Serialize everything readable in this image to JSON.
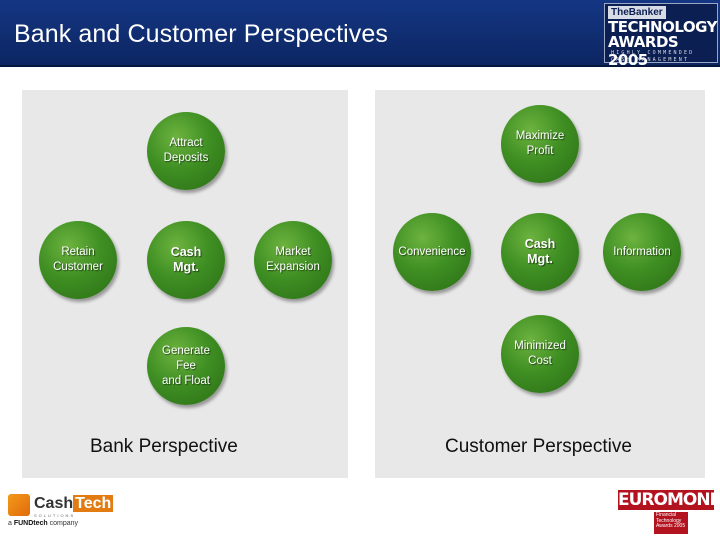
{
  "slide": {
    "title": "Bank and Customer Perspectives",
    "colors": {
      "header": "#0e2a66",
      "node_green": "#3f8f23",
      "panel": "#e8e8e8",
      "euromoney_red": "#b3121f",
      "cashtech_orange": "#e27b12"
    }
  },
  "award": {
    "publication": "TheBanker",
    "line1": "TECHNOLOGY",
    "line2": "AWARDS 2005",
    "sub1": "HIGHLY COMMENDED",
    "sub2": "CASH MANAGEMENT"
  },
  "bank_perspective": {
    "caption": "Bank Perspective",
    "nodes": {
      "top": "Attract\nDeposits",
      "left": "Retain\nCustomer",
      "center": "Cash\nMgt.",
      "right": "Market\nExpansion",
      "bottom": "Generate\nFee\nand Float"
    }
  },
  "customer_perspective": {
    "caption": "Customer Perspective",
    "nodes": {
      "top": "Maximize\nProfit",
      "left": "Convenience",
      "center": "Cash\nMgt.",
      "right": "Information",
      "bottom": "Minimized\nCost"
    }
  },
  "footer": {
    "cashtech_part1": "Cash",
    "cashtech_part2": "Tech",
    "cashtech_tagline": "SOLUTIONS",
    "company_prefix": "a ",
    "company_name": "FUNDtech",
    "company_suffix": " company",
    "euromoney": "EUROMONEY",
    "euromoney_sub": "Financial\nTechnology\nAwards 2005"
  }
}
